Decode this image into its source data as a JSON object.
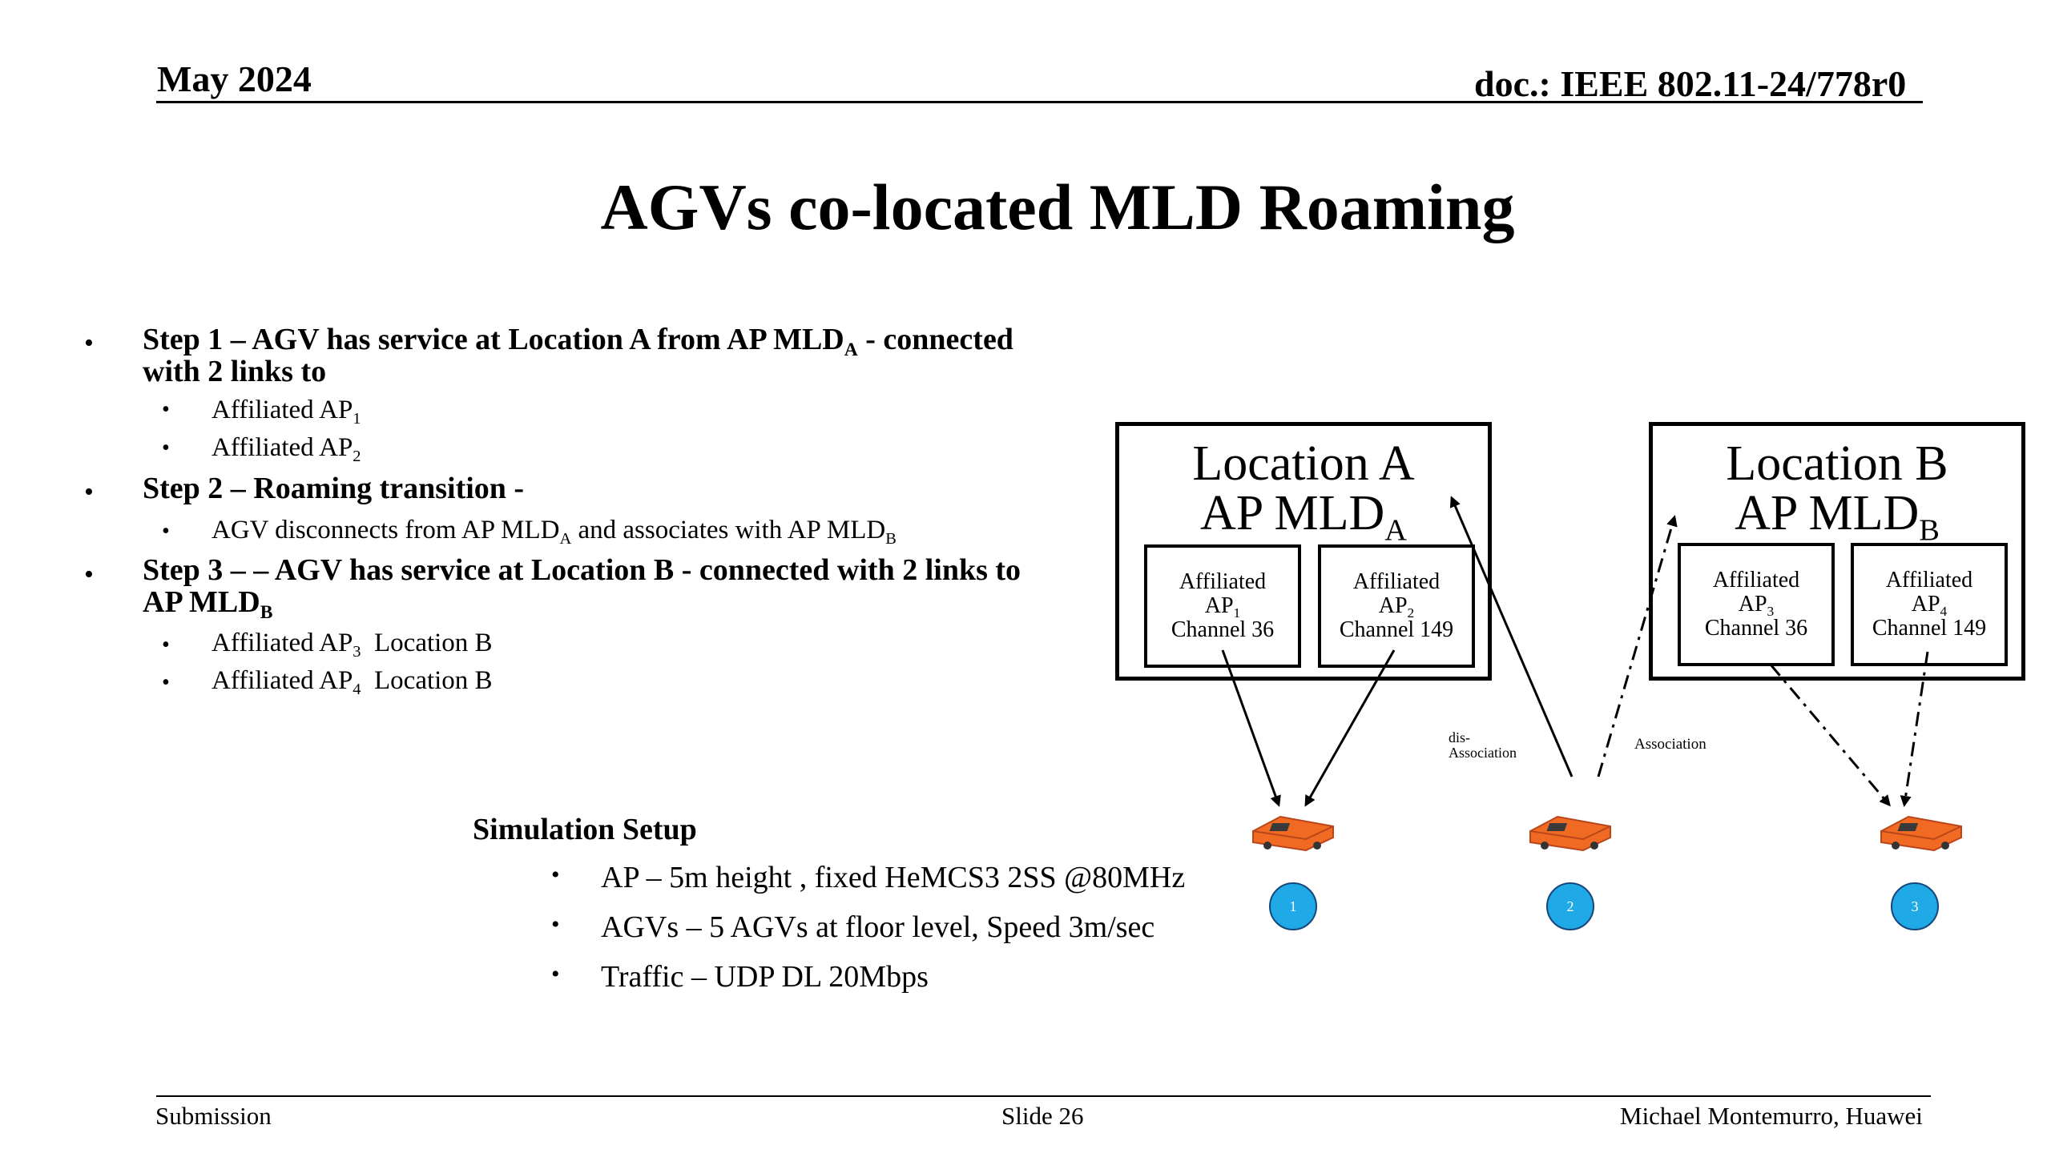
{
  "header": {
    "date": "May 2024",
    "doc": "doc.: IEEE 802.11-24/778r0"
  },
  "title": "AGVs co-located MLD Roaming",
  "steps": [
    {
      "text": "Step 1 – AGV has service at Location A from AP MLD",
      "sub": "A",
      "text2": " - connected",
      "line2": "with 2 links to",
      "items": [
        {
          "text": "Affiliated AP",
          "sub": "1"
        },
        {
          "text": "Affiliated AP",
          "sub": "2"
        }
      ]
    },
    {
      "text": "Step 2 – Roaming transition -",
      "items": [
        {
          "text": "AGV disconnects from AP MLD",
          "sub": "A",
          "text2": " and associates with AP MLD",
          "sub2": "B"
        }
      ]
    },
    {
      "text": "Step 3 – – AGV has service at Location B - connected with 2 links to",
      "line2": "AP MLD",
      "sub": "B",
      "items": [
        {
          "text": "Affiliated AP",
          "sub": "3",
          "text2": "  Location B"
        },
        {
          "text": "Affiliated AP",
          "sub": "4",
          "text2": "  Location B"
        }
      ]
    }
  ],
  "simulation": {
    "heading": "Simulation Setup",
    "items": [
      "AP – 5m height , fixed HeMCS3 2SS @80MHz",
      "AGVs – 5 AGVs at floor level, Speed 3m/sec",
      "Traffic – UDP DL 20Mbps"
    ]
  },
  "diagram": {
    "location_a": {
      "line1": "Location A",
      "line2": "AP MLD",
      "sub": "A"
    },
    "location_b": {
      "line1": "Location B",
      "line2": "AP MLD",
      "sub": "B"
    },
    "aps": [
      {
        "l1": "Affiliated",
        "l2": "AP",
        "sub": "1",
        "l3": "Channel 36"
      },
      {
        "l1": "Affiliated",
        "l2": "AP",
        "sub": "2",
        "l3": "Channel 149"
      },
      {
        "l1": "Affiliated",
        "l2": "AP",
        "sub": "3",
        "l3": "Channel 36"
      },
      {
        "l1": "Affiliated",
        "l2": "AP",
        "sub": "4",
        "l3": "Channel 149"
      }
    ],
    "dis_association_1": "dis-",
    "dis_association_2": "Association",
    "association": "Association",
    "agv_numbers": [
      "1",
      "2",
      "3"
    ],
    "colors": {
      "agv": "#f06a24",
      "marker": "#1fa9e6"
    }
  },
  "footer": {
    "left": "Submission",
    "center": "Slide 26",
    "right": "Michael Montemurro, Huawei"
  }
}
